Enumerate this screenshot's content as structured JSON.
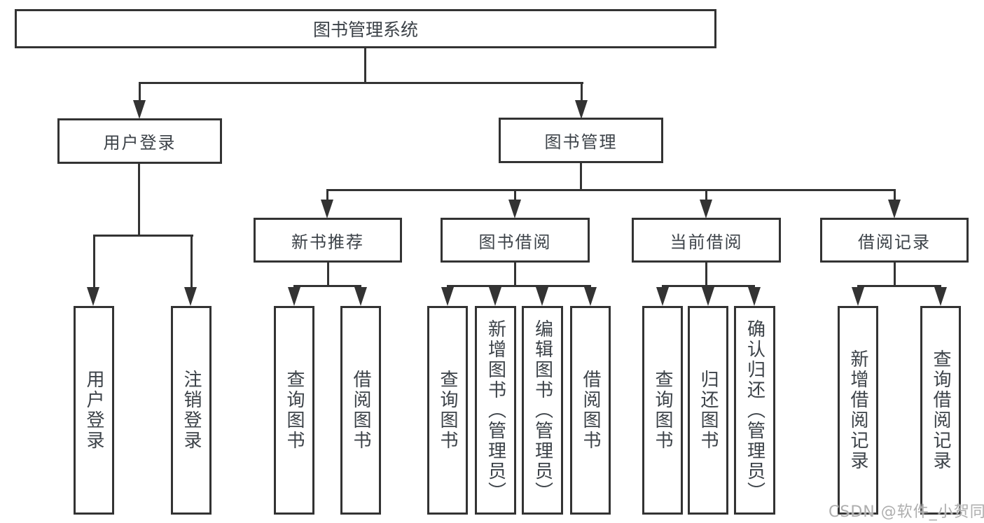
{
  "diagram": {
    "root": {
      "label": "图书管理系统"
    },
    "level2": [
      {
        "label": "用户登录"
      },
      {
        "label": "图书管理"
      }
    ],
    "level3": [
      {
        "label": "新书推荐"
      },
      {
        "label": "图书借阅"
      },
      {
        "label": "当前借阅"
      },
      {
        "label": "借阅记录"
      }
    ],
    "leaves": {
      "user_login": [
        "用户登录",
        "注销登录"
      ],
      "new_books": [
        "查询图书",
        "借阅图书"
      ],
      "book_borrow": [
        "查询图书",
        "新增图书（管理员）",
        "编辑图书（管理员）",
        "借阅图书"
      ],
      "current_borrow": [
        "查询图书",
        "归还图书",
        "确认归还（管理员）"
      ],
      "borrow_records": [
        "新增借阅记录",
        "查询借阅记录"
      ]
    }
  },
  "watermark": "CSDN @软件_小贺同学",
  "colors": {
    "line": "#333333",
    "text": "#3c4248",
    "watermark": "#aeaeae",
    "background": "#ffffff"
  }
}
